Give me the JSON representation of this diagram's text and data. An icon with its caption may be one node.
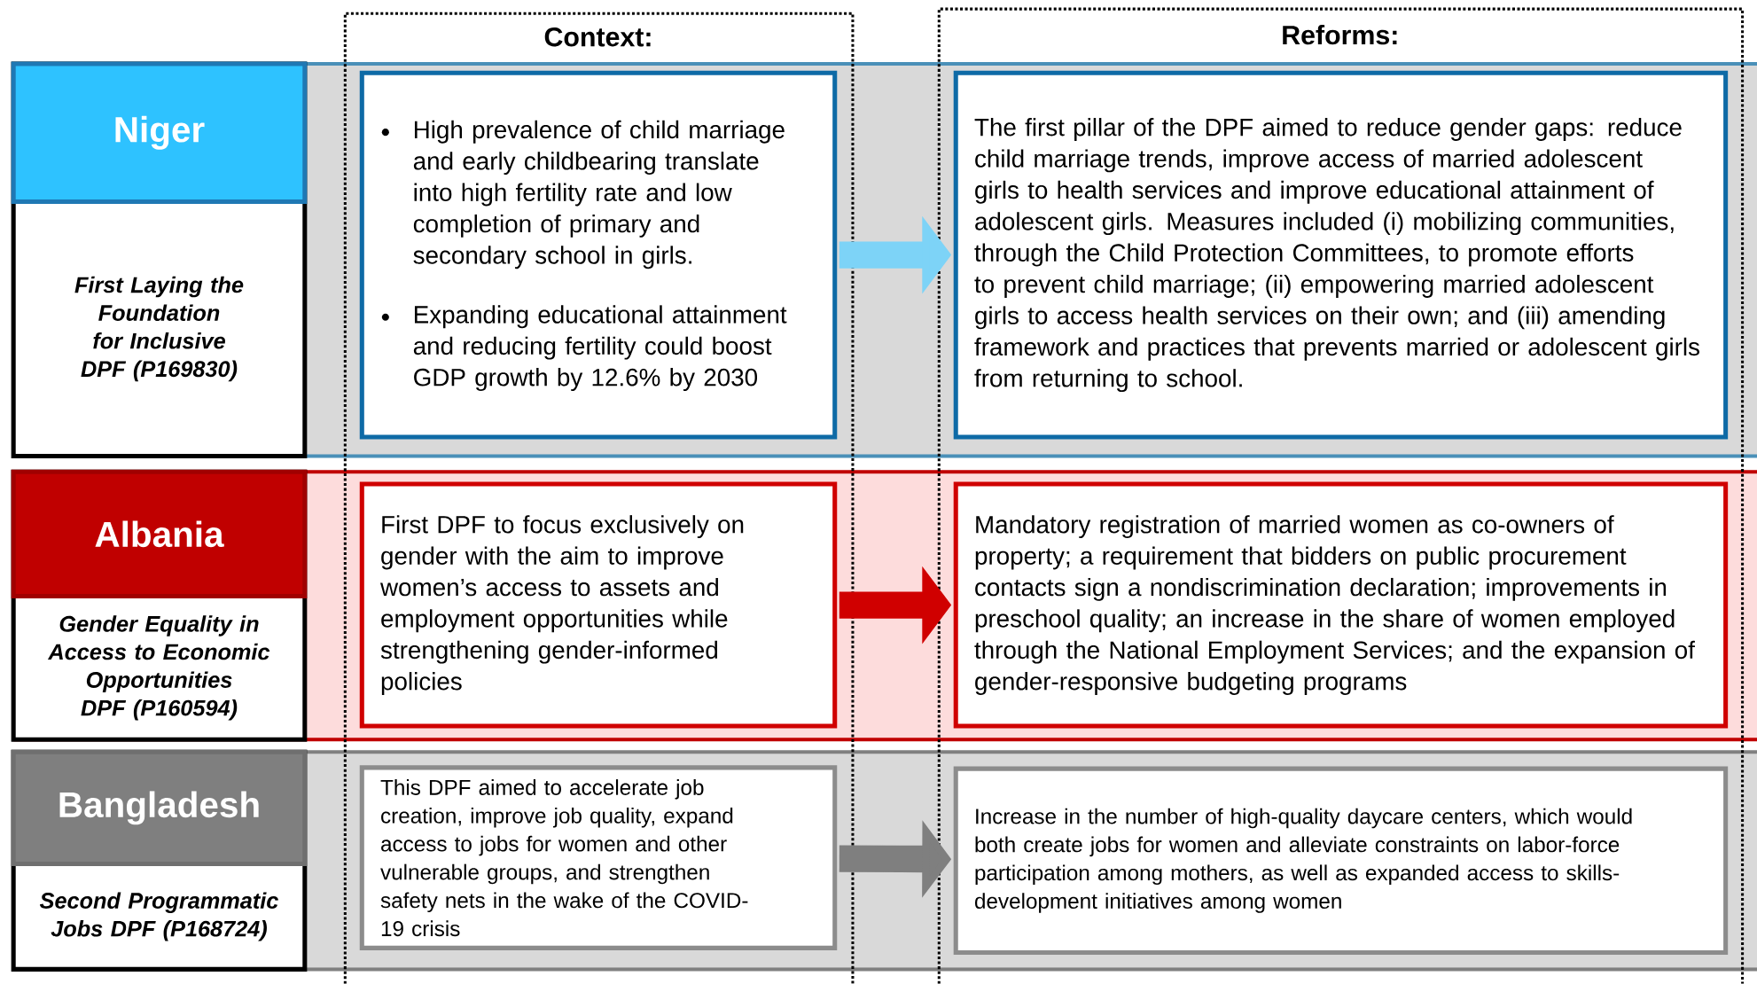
{
  "diagram": {
    "nodes": [
      {
        "text": [
          "Niger",
          "First Laying the Foundation for Inclusive DPF (P169830)"
        ]
      },
      {
        "text": [
          "High prevalence of child marriage and early childbearing translate into high fertility rate and low completion of primary and secondary school in girls.",
          "Expanding educational attainment and reducing fertility could boost GDP growth by 12.6% by 2030"
        ]
      },
      {
        "text": [
          "The first pillar of the DPF aimed to reduce gender gaps: reduce child marriage trends, improve access of married adolescent girls to health services and improve educational attainment of adolescent girls. Measures included (i) mobilizing communities, through the Child Protection Committees, to promote efforts to prevent child marriage; (ii) empowering married adolescent girls to access health services on their own; and (iii) amending framework and practices that prevents married or adolescent girls from returning to school."
        ]
      },
      {
        "text": [
          "Albania",
          "Gender Equality in Access to Economic Opportunities DPF (P160594)"
        ]
      },
      {
        "text": [
          "First DPF to focus exclusively on gender with the aim to improve women’s access to assets and employment opportunities while strengthening gender-informed policies"
        ]
      },
      {
        "text": [
          "Mandatory registration of married women as co-owners of property; a requirement that bidders on public procurement contacts sign a nondiscrimination declaration; improvements in preschool quality; an increase in the share of women employed through the National Employment Services; and the expansion of gender-responsive budgeting programs"
        ]
      },
      {
        "text": [
          "Bangladesh",
          "Second Programmatic Jobs DPF (P168724)"
        ]
      },
      {
        "text": [
          "This DPF aimed to accelerate job creation, improve job quality, expand access to jobs for women and other vulnerable groups, and strengthen safety nets in the wake of the COVID-19 crisis"
        ]
      },
      {
        "text": [
          "Increase in the number of high-quality daycare centers, which would both create jobs for women and alleviate constraints on labor-force participation among mothers, as well as expanded access to skills-development initiatives among women"
        ]
      }
    ],
    "edges": [
      {
        "from": 1,
        "to": 2,
        "arrow": "to",
        "color": "#7dd3f7"
      },
      {
        "from": 4,
        "to": 5,
        "arrow": "to",
        "color": "#d00000"
      },
      {
        "from": 7,
        "to": 8,
        "arrow": "to",
        "color": "#7f7f7f"
      }
    ],
    "labels": [
      "Context:",
      "Reforms:"
    ]
  }
}
